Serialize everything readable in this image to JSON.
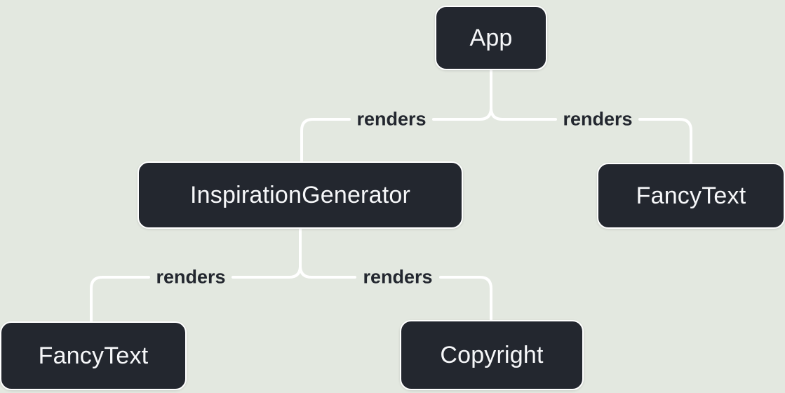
{
  "diagram": {
    "type": "tree",
    "nodes": [
      {
        "id": "app",
        "label": "App"
      },
      {
        "id": "inspiration-generator",
        "label": "InspirationGenerator"
      },
      {
        "id": "fancy-text-top",
        "label": "FancyText"
      },
      {
        "id": "fancy-text-bottom",
        "label": "FancyText"
      },
      {
        "id": "copyright",
        "label": "Copyright"
      }
    ],
    "edges": [
      {
        "from": "App",
        "to": "InspirationGenerator",
        "label": "renders"
      },
      {
        "from": "App",
        "to": "FancyText",
        "label": "renders"
      },
      {
        "from": "InspirationGenerator",
        "to": "FancyText",
        "label": "renders"
      },
      {
        "from": "InspirationGenerator",
        "to": "Copyright",
        "label": "renders"
      }
    ],
    "colors": {
      "background": "#e3e8e0",
      "node_fill": "#23272f",
      "node_border": "#ffffff",
      "node_text": "#f6f7f9",
      "edge": "#ffffff",
      "edge_label": "#23272f"
    }
  }
}
